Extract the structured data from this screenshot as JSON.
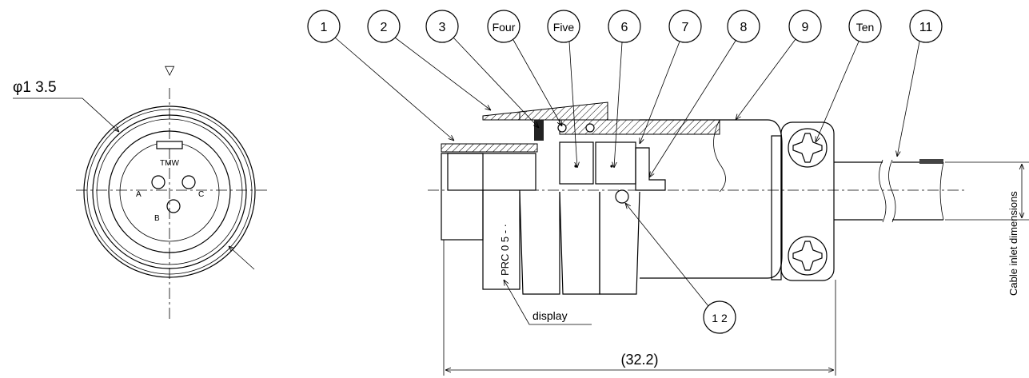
{
  "front_view": {
    "diameter_label": "φ1 3.5",
    "marker_symbol": "▽",
    "brand": "TMW",
    "pin_a": "A",
    "pin_b": "B",
    "pin_c": "C"
  },
  "callouts": [
    {
      "id": "c1",
      "label": "1"
    },
    {
      "id": "c2",
      "label": "2"
    },
    {
      "id": "c3",
      "label": "3"
    },
    {
      "id": "c4",
      "label": "Four"
    },
    {
      "id": "c5",
      "label": "Five"
    },
    {
      "id": "c6",
      "label": "6"
    },
    {
      "id": "c7",
      "label": "7"
    },
    {
      "id": "c8",
      "label": "8"
    },
    {
      "id": "c9",
      "label": "9"
    },
    {
      "id": "c10",
      "label": "Ten"
    },
    {
      "id": "c11",
      "label": "11"
    },
    {
      "id": "c12",
      "label": "1 2"
    }
  ],
  "side_view": {
    "marking_text": "PRC 0 5 - ·",
    "display_label": "display",
    "cable_dim_label": "Cable inlet dimensions",
    "overall_length": "(32.2)"
  }
}
